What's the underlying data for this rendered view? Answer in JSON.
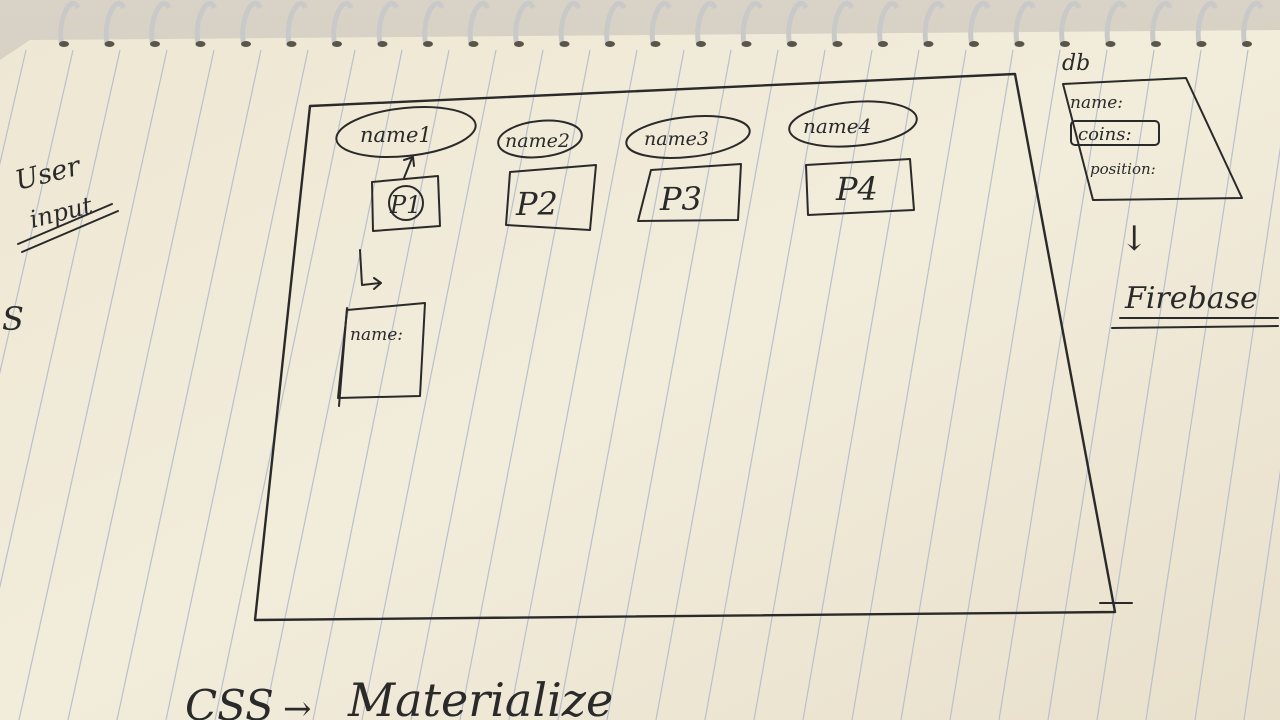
{
  "sketch": {
    "left_note": {
      "line1": "User",
      "line2": "input",
      "stray_letter": "S"
    },
    "players": [
      {
        "name": "name1",
        "box": "P1"
      },
      {
        "name": "name2",
        "box": "P2"
      },
      {
        "name": "name3",
        "box": "P3"
      },
      {
        "name": "name4",
        "box": "P4"
      }
    ],
    "popup": {
      "label": "name:"
    },
    "db": {
      "title": "db",
      "fields": [
        "name:",
        "coins:",
        "position:"
      ],
      "arrow": "↓",
      "target": "Firebase"
    },
    "bottom_note": {
      "left": "CSS",
      "arrow": "→",
      "right": "Materialize"
    }
  },
  "colors": {
    "paper": "#f1ecdb",
    "rule": "#b9c0cc",
    "ink": "#2a2a2a",
    "spiral": "#c9c9c9"
  }
}
